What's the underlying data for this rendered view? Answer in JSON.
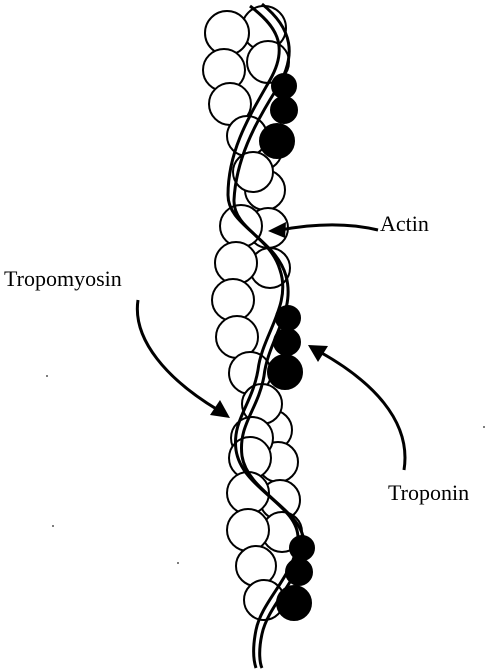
{
  "labels": {
    "actin": "Actin",
    "tropomyosin": "Tropomyosin",
    "troponin": "Troponin"
  },
  "colors": {
    "actin_fill": "#ffffff",
    "troponin_fill": "#000000",
    "stroke": "#000000"
  }
}
